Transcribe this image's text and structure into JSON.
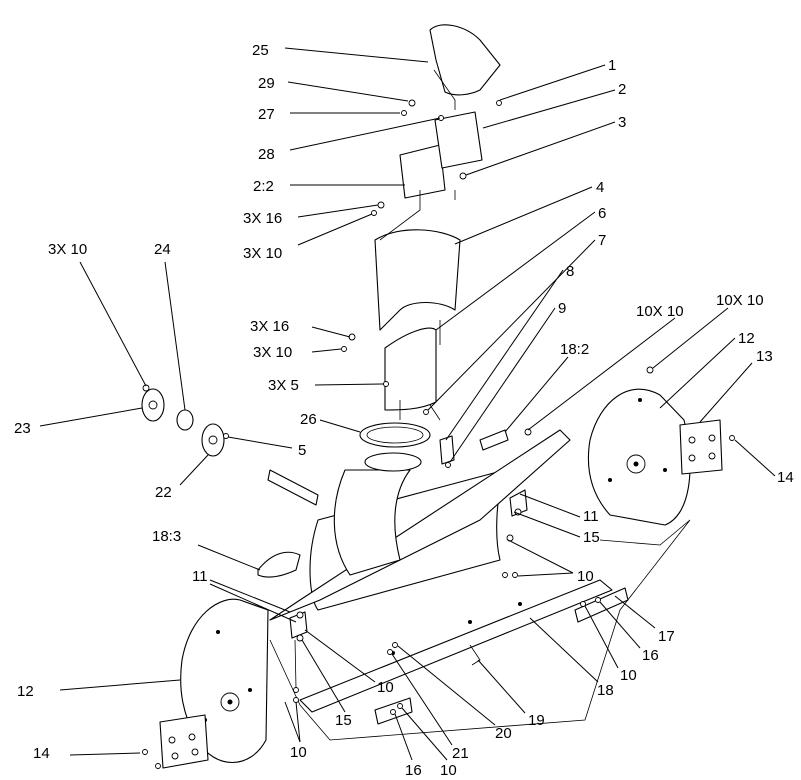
{
  "diagram": {
    "callouts": [
      {
        "text": "25"
      },
      {
        "text": "1"
      },
      {
        "text": "2"
      },
      {
        "text": "29"
      },
      {
        "text": "27"
      },
      {
        "text": "3"
      },
      {
        "text": "28"
      },
      {
        "text": "2:2"
      },
      {
        "text": "4"
      },
      {
        "text": "3X 16"
      },
      {
        "text": "3X 10"
      },
      {
        "text": "6"
      },
      {
        "text": "3X 10"
      },
      {
        "text": "24"
      },
      {
        "text": "7"
      },
      {
        "text": "8"
      },
      {
        "text": "10X 10"
      },
      {
        "text": "10X 10"
      },
      {
        "text": "9"
      },
      {
        "text": "3X 16"
      },
      {
        "text": "3X 10"
      },
      {
        "text": "18:2"
      },
      {
        "text": "12"
      },
      {
        "text": "13"
      },
      {
        "text": "3X 5"
      },
      {
        "text": "26"
      },
      {
        "text": "23"
      },
      {
        "text": "5"
      },
      {
        "text": "14"
      },
      {
        "text": "22"
      },
      {
        "text": "11"
      },
      {
        "text": "15"
      },
      {
        "text": "18:3"
      },
      {
        "text": "11"
      },
      {
        "text": "10"
      },
      {
        "text": "17"
      },
      {
        "text": "16"
      },
      {
        "text": "10"
      },
      {
        "text": "10"
      },
      {
        "text": "12"
      },
      {
        "text": "18"
      },
      {
        "text": "19"
      },
      {
        "text": "15"
      },
      {
        "text": "20"
      },
      {
        "text": "10"
      },
      {
        "text": "21"
      },
      {
        "text": "14"
      },
      {
        "text": "16"
      },
      {
        "text": "10"
      }
    ]
  }
}
